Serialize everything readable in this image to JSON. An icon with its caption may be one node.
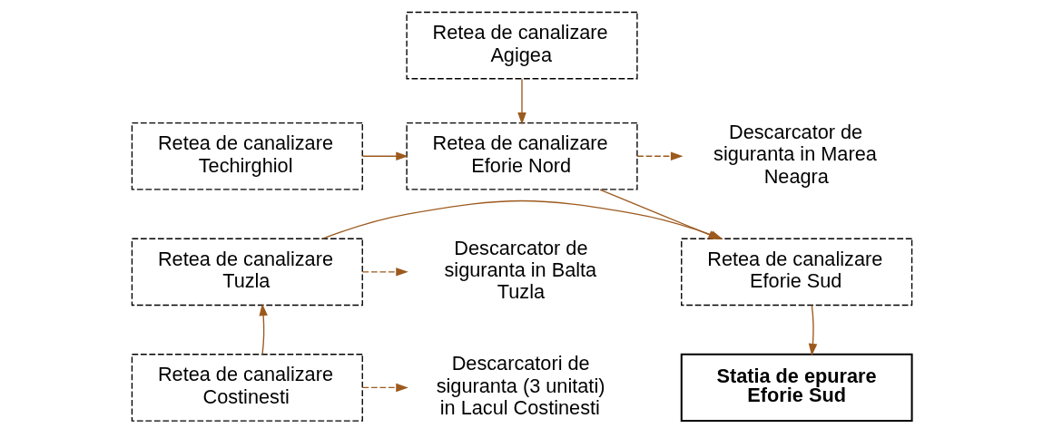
{
  "diagram": {
    "nodes": [
      {
        "text": [
          "Retea de canalizare Agigea"
        ]
      },
      {
        "text": [
          "Retea de canalizare Techirghiol"
        ]
      },
      {
        "text": [
          "Retea de canalizare Eforie Nord"
        ]
      },
      {
        "text": [
          "Descarcator de siguranta in Marea Neagra"
        ]
      },
      {
        "text": [
          "Descarcator de siguranta in Balta Tuzla"
        ]
      },
      {
        "text": [
          "Retea de canalizare Tuzla"
        ]
      },
      {
        "text": [
          "Retea de canalizare Eforie Sud"
        ]
      },
      {
        "text": [
          "Descarcatori de siguranta (3 unitati) in Lacul Costinesti"
        ]
      },
      {
        "text": [
          "Retea de canalizare Costinesti"
        ]
      },
      {
        "text": [
          "Statia de epurare Eforie Sud"
        ]
      }
    ],
    "edges": [
      {
        "from": 0,
        "to": 2,
        "arrow": "to"
      },
      {
        "from": 1,
        "to": 2,
        "arrow": "to"
      },
      {
        "from": 2,
        "to": 3,
        "arrow": "to",
        "style": "dashed"
      },
      {
        "from": 2,
        "to": 6,
        "arrow": "to"
      },
      {
        "from": 5,
        "to": 4,
        "arrow": "to",
        "style": "dashed"
      },
      {
        "from": 5,
        "to": 6,
        "arrow": "to"
      },
      {
        "from": 6,
        "to": 9,
        "arrow": "to"
      },
      {
        "from": 8,
        "to": 5,
        "arrow": "to"
      },
      {
        "from": 8,
        "to": 7,
        "arrow": "to",
        "style": "dashed"
      }
    ]
  }
}
